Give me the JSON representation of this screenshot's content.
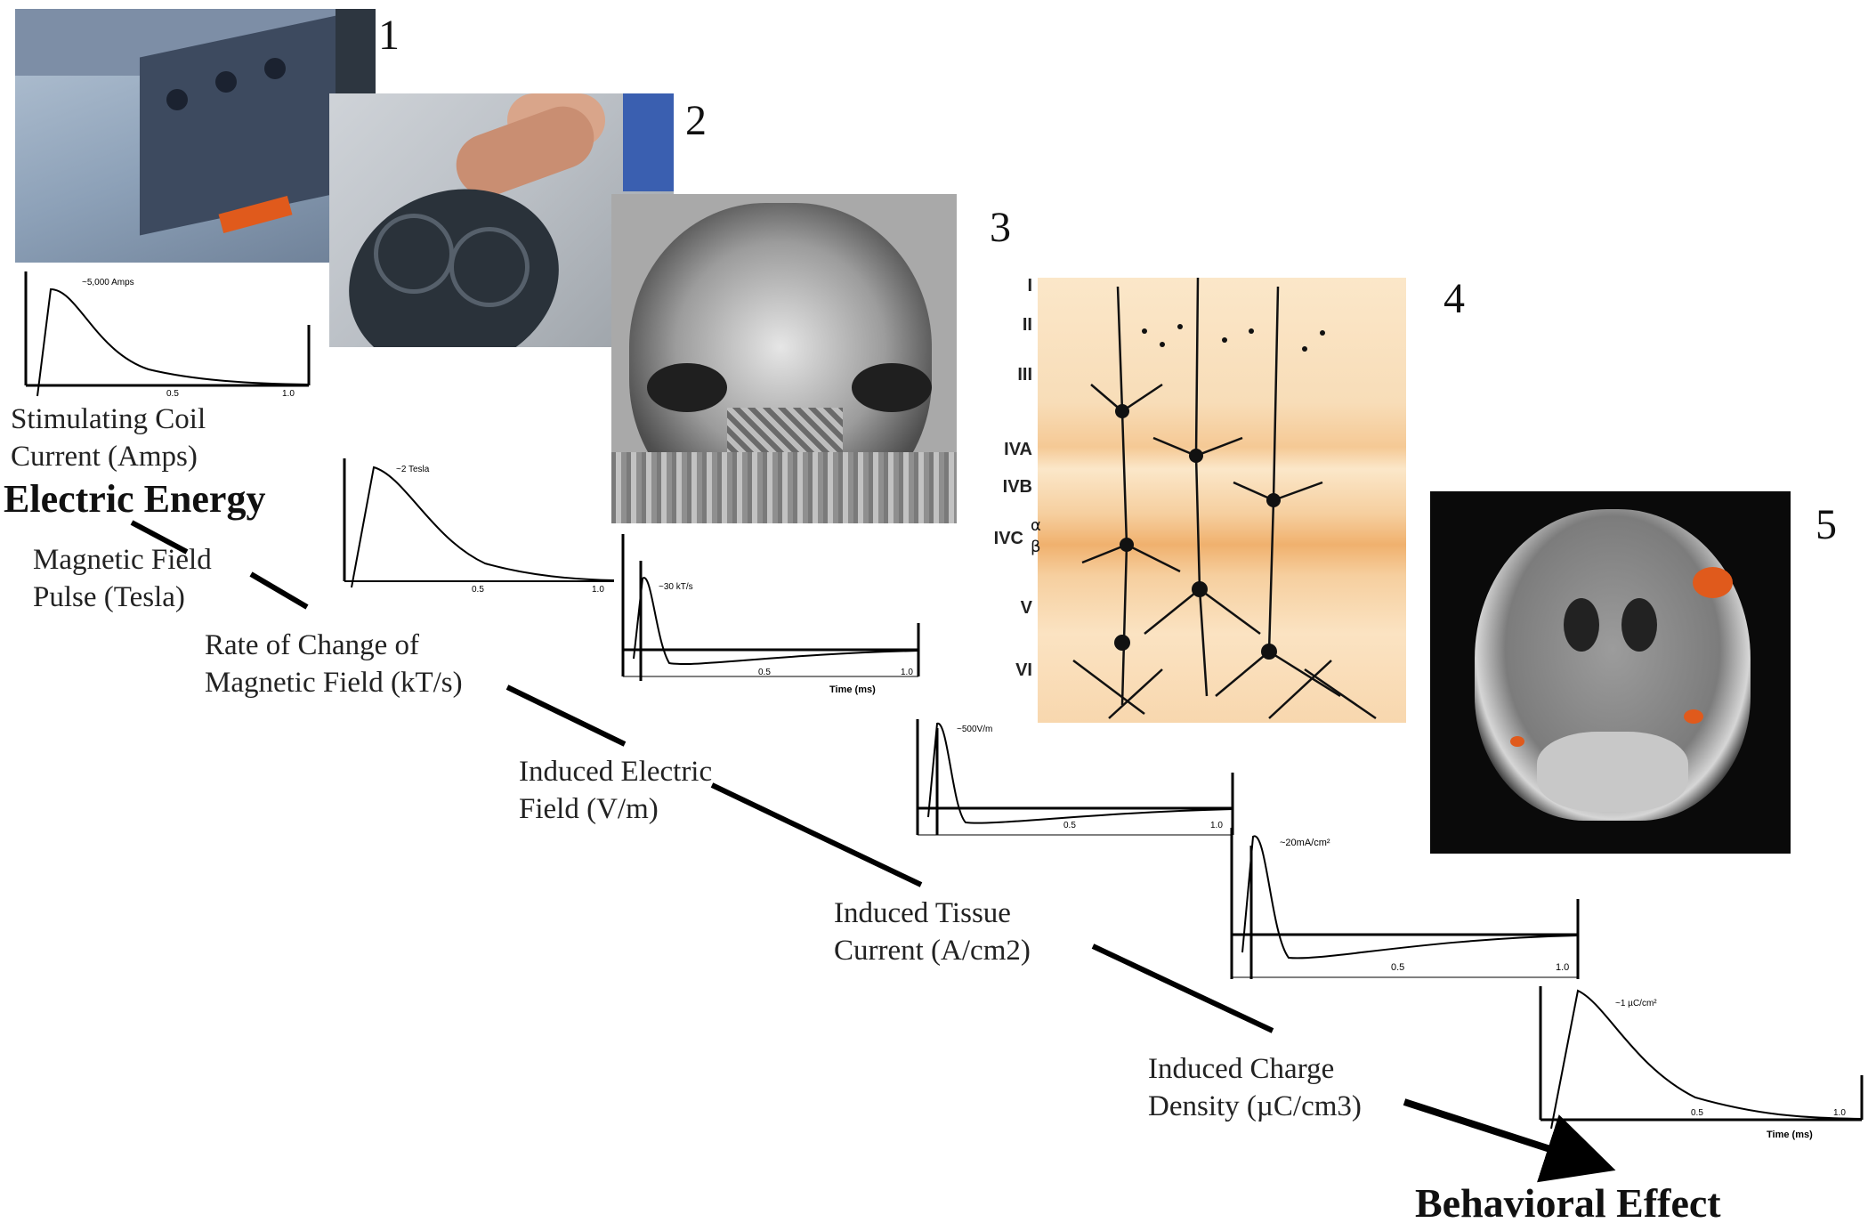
{
  "steps": [
    {
      "number": "1",
      "label_lines": [
        "Stimulating Coil",
        "Current (Amps)"
      ],
      "peak_label": "~5,000 Amps"
    },
    {
      "number": "2",
      "label_lines": [
        "Magnetic Field",
        "Pulse (Tesla)"
      ],
      "peak_label": "~2 Tesla"
    },
    {
      "number": "3",
      "label_lines": [
        "Rate of Change of",
        "Magnetic Field (kT/s)"
      ],
      "peak_label": "~30 kT/s"
    },
    {
      "number": "4",
      "label_lines": [
        "Induced Electric",
        "Field (V/m)"
      ],
      "peak_label": "~500V/m"
    },
    {
      "number": "5",
      "label_lines": [
        "Induced Tissue",
        "Current (A/cm2)"
      ],
      "peak_label": "~20mA/cm²"
    },
    {
      "label_lines": [
        "Induced Charge",
        "Density (µC/cm3)"
      ],
      "peak_label": "~1 µC/cm²"
    }
  ],
  "headline_start": "Electric Energy",
  "headline_end": "Behavioral Effect",
  "axis": {
    "mid_tick": "0.5",
    "end_tick": "1.0",
    "time_label": "Time (ms)"
  },
  "cortex_layers": [
    "I",
    "II",
    "III",
    "IVA",
    "IVB",
    "IVC",
    "α",
    "β",
    "V",
    "VI"
  ]
}
